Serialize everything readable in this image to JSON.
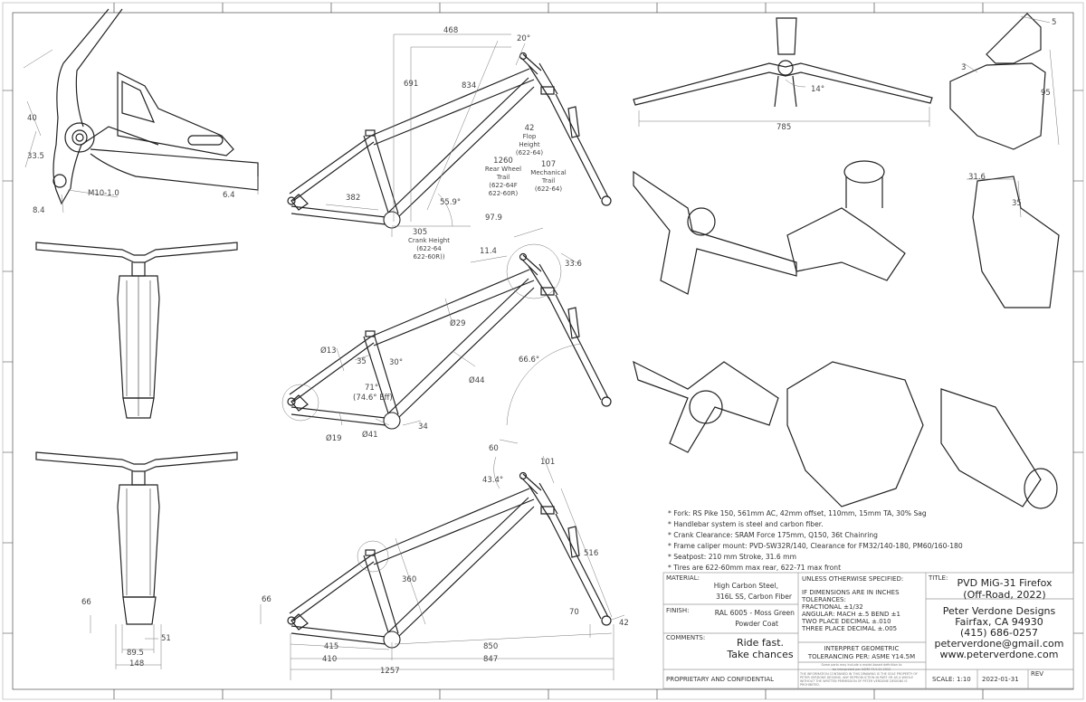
{
  "dropout_dims": {
    "d40": "40",
    "d33_5": "33.5",
    "thread": "M10-1.0",
    "d8_4": "8.4",
    "d6_4": "6.4"
  },
  "front_view_dims": {
    "d66": "66",
    "d51": "51",
    "d89_5": "89.5",
    "d148": "148"
  },
  "geometry_view": {
    "reach": "468",
    "stack": "691",
    "seat_tube": "834",
    "bar_angle": "20°",
    "chainstay": "382",
    "seat_angle": "55.9°",
    "crank_height": [
      "305",
      "Crank Height",
      "(622-64",
      "622-60R))"
    ],
    "rear_trail": [
      "1260",
      "Rear Wheel",
      "Trail",
      "(622-64F",
      "622-60R)"
    ],
    "flop": [
      "42",
      "Flop",
      "Height",
      "(622-64)"
    ],
    "mech_trail": [
      "107",
      "Mechanical",
      "Trail",
      "(622-64)"
    ]
  },
  "tube_view": {
    "d97_9": "97.9",
    "d11_4": "11.4",
    "d33_6": "33.6",
    "dt29": "Ø29",
    "ds13": "Ø13",
    "d35": "35",
    "a30": "30°",
    "seat_angle": "71°",
    "eff_angle": "(74.6° Eff)",
    "dt44": "Ø44",
    "head_angle": "66.6°",
    "dc19": "Ø19",
    "dc41": "Ø41",
    "d34": "34"
  },
  "length_view": {
    "d60": "60",
    "d101": "101",
    "a43_4": "43.4°",
    "d516": "516",
    "d360": "360",
    "d66": "66",
    "d70": "70",
    "d42": "42",
    "d415": "415",
    "d850": "850",
    "d410": "410",
    "d847": "847",
    "d1257": "1257"
  },
  "handlebar_view": {
    "width": "785",
    "sweep": "14°"
  },
  "stem_detail": {
    "d5": "5",
    "d3": "3",
    "d95": "95",
    "d31_6": "31.6",
    "d35": "35"
  },
  "notes": [
    "* Fork: RS Pike 150, 561mm AC, 42mm offset, 110mm, 15mm TA, 30% Sag",
    "* Handlebar system is steel and carbon fiber.",
    "* Crank Clearance: SRAM Force 175mm, Q150, 36t Chainring",
    "* Frame caliper mount: PVD-SW32R/140, Clearance for FM32/140-180, PM60/160-180",
    "* Seatpost: 210 mm Stroke, 31.6 mm",
    "* Tires are 622-60mm max rear, 622-71 max front"
  ],
  "title_block": {
    "material_label": "MATERIAL:",
    "material": [
      "High Carbon Steel,",
      "316L SS, Carbon Fiber"
    ],
    "finish_label": "FINISH:",
    "finish": [
      "RAL 6005 - Moss Green",
      "Powder Coat"
    ],
    "comments_label": "COMMENTS:",
    "comments": [
      "Ride fast.",
      "Take chances"
    ],
    "proprietary": "PROPRIETARY AND CONFIDENTIAL",
    "unless": "UNLESS OTHERWISE SPECIFIED:",
    "tolerances": [
      "IF DIMENSIONS ARE IN INCHES",
      "TOLERANCES:",
      "FRACTIONAL  ±1/32",
      "ANGULAR: MACH ±.5   BEND ±1",
      "TWO PLACE DECIMAL    ±.010",
      "THREE PLACE DECIMAL   ±.005"
    ],
    "interpret": [
      "INTERPRET GEOMETRIC",
      "TOLERANCING PER: ASME Y14.5M"
    ],
    "model_based": [
      "Some parts may include a model-based definition to",
      "be interpreted per ASME Y14.41-2012"
    ],
    "legal": [
      "THE INFORMATION CONTAINED IN THIS DRAWING IS THE SOLE PROPERTY OF",
      "PETER VERDONE DESIGNS. ANY REPRODUCTION IN PART OR AS A WHOLE",
      "WITHOUT THE WRITTEN PERMISSION OF PETER VERDONE DESIGNS IS",
      "PROHIBITED."
    ],
    "title_label": "TITLE:",
    "title": [
      "PVD MiG-31 Firefox",
      "(Off-Road, 2022)"
    ],
    "company": [
      "Peter Verdone Designs",
      "Fairfax, CA 94930",
      "(415) 686-0257",
      "peterverdone@gmail.com",
      "www.peterverdone.com"
    ],
    "scale": "SCALE: 1:10",
    "date": "2022-01-31",
    "rev_label": "REV"
  }
}
